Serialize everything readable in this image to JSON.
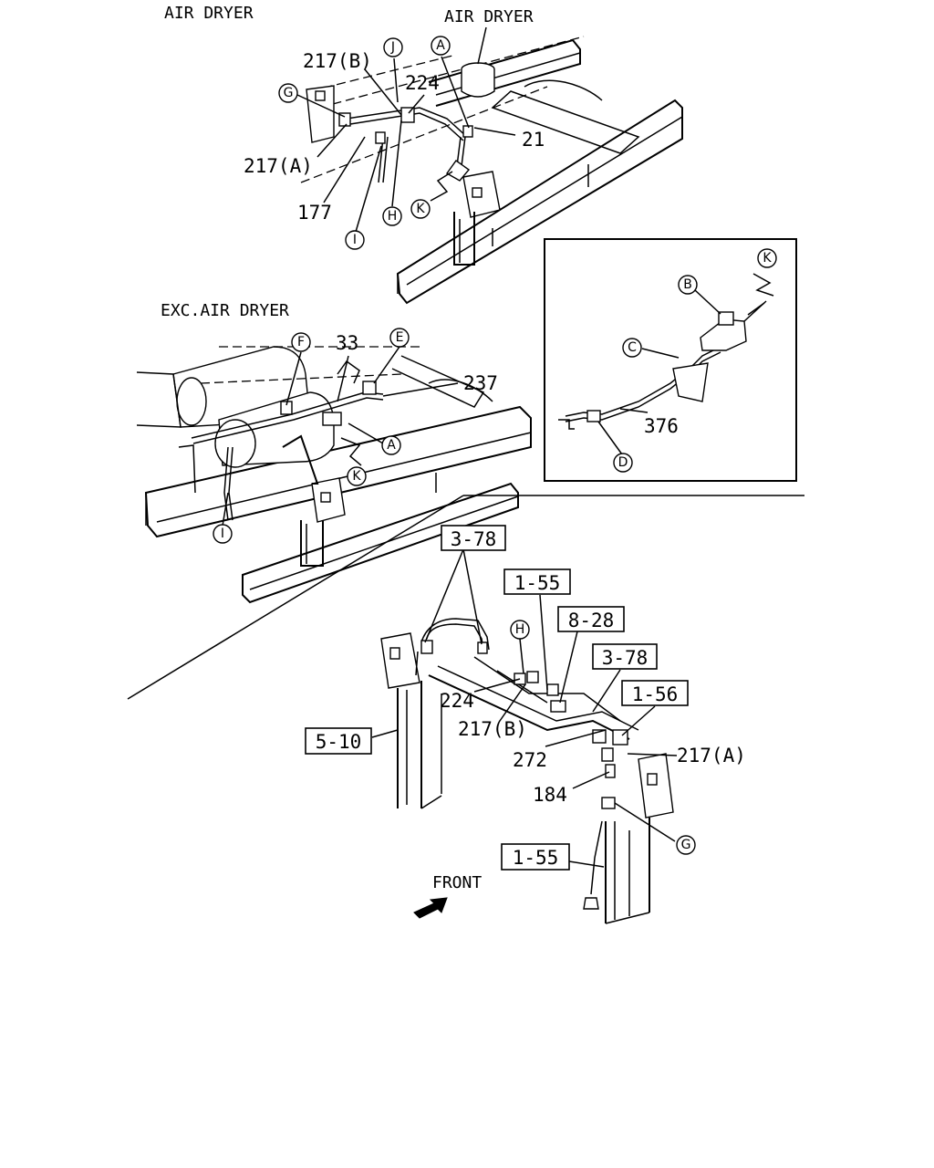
{
  "sections": {
    "air_dryer_title": "AIR DRYER",
    "exc_air_dryer_title": "EXC.AIR DRYER",
    "front_label": "FRONT"
  },
  "callouts": {
    "air_dryer_tank": "AIR DRYER",
    "top_217b": "217(B)",
    "top_224": "224",
    "top_21": "21",
    "top_217a": "217(A)",
    "top_177": "177",
    "mid_33": "33",
    "mid_237": "237",
    "inset_376": "376",
    "bot_224": "224",
    "bot_217b": "217(B)",
    "bot_272": "272",
    "bot_217a": "217(A)",
    "bot_184": "184"
  },
  "circle_letters": {
    "top_J": "J",
    "top_A": "A",
    "top_G": "G",
    "top_H": "H",
    "top_K": "K",
    "top_I": "I",
    "mid_F": "F",
    "mid_E": "E",
    "mid_A": "A",
    "mid_K": "K",
    "mid_I": "I",
    "inset_K": "K",
    "inset_B": "B",
    "inset_C": "C",
    "inset_D": "D",
    "bot_H": "H",
    "bot_G": "G"
  },
  "ref_boxes": {
    "ref_3_78_a": "3-78",
    "ref_1_55_a": "1-55",
    "ref_8_28": "8-28",
    "ref_3_78_b": "3-78",
    "ref_1_56": "1-56",
    "ref_5_10": "5-10",
    "ref_1_55_b": "1-55"
  }
}
